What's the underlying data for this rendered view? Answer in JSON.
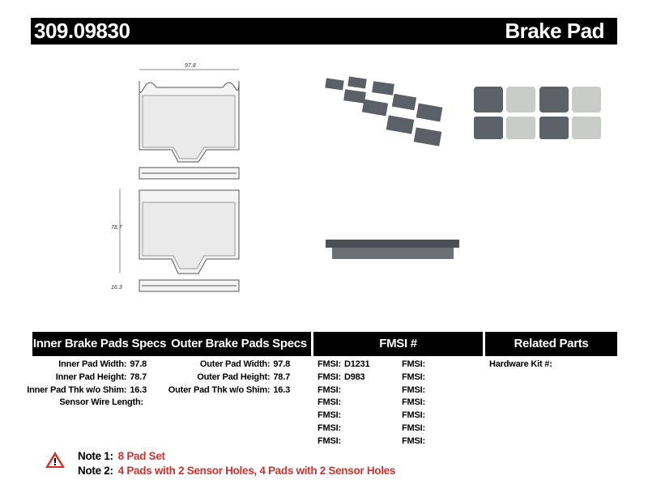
{
  "header": {
    "part_number": "309.09830",
    "product_type": "Brake Pad"
  },
  "drawing": {
    "width_dim": "97.8",
    "height_dim": "78.7",
    "thickness_dim": "16.3"
  },
  "table": {
    "headers": [
      "Inner Brake Pads Specs",
      "Outer Brake Pads Specs",
      "FMSI #",
      "Related Parts"
    ],
    "inner": [
      {
        "label": "Inner Pad Width:",
        "value": "97.8"
      },
      {
        "label": "Inner Pad Height:",
        "value": "78.7"
      },
      {
        "label": "Inner Pad Thk w/o Shim:",
        "value": "16.3"
      },
      {
        "label": "Sensor Wire Length:",
        "value": ""
      }
    ],
    "outer": [
      {
        "label": "Outer Pad Width:",
        "value": "97.8"
      },
      {
        "label": "Outer Pad Height:",
        "value": "78.7"
      },
      {
        "label": "Outer Pad Thk w/o Shim:",
        "value": "16.3"
      }
    ],
    "fmsi_col1": [
      {
        "label": "FMSI:",
        "value": "D1231"
      },
      {
        "label": "FMSI:",
        "value": "D983"
      },
      {
        "label": "FMSI:",
        "value": ""
      },
      {
        "label": "FMSI:",
        "value": ""
      },
      {
        "label": "FMSI:",
        "value": ""
      },
      {
        "label": "FMSI:",
        "value": ""
      },
      {
        "label": "FMSI:",
        "value": ""
      }
    ],
    "fmsi_col2": [
      {
        "label": "FMSI:",
        "value": ""
      },
      {
        "label": "FMSI:",
        "value": ""
      },
      {
        "label": "FMSI:",
        "value": ""
      },
      {
        "label": "FMSI:",
        "value": ""
      },
      {
        "label": "FMSI:",
        "value": ""
      },
      {
        "label": "FMSI:",
        "value": ""
      },
      {
        "label": "FMSI:",
        "value": ""
      }
    ],
    "related": [
      {
        "label": "Hardware Kit #:",
        "value": ""
      }
    ]
  },
  "notes": [
    {
      "label": "Note 1:",
      "value": "8 Pad Set"
    },
    {
      "label": "Note 2:",
      "value": "4 Pads with 2 Sensor Holes, 4 Pads with 2 Sensor Holes"
    }
  ],
  "colors": {
    "note_red": "#d0312d",
    "header_bg": "#000000"
  }
}
